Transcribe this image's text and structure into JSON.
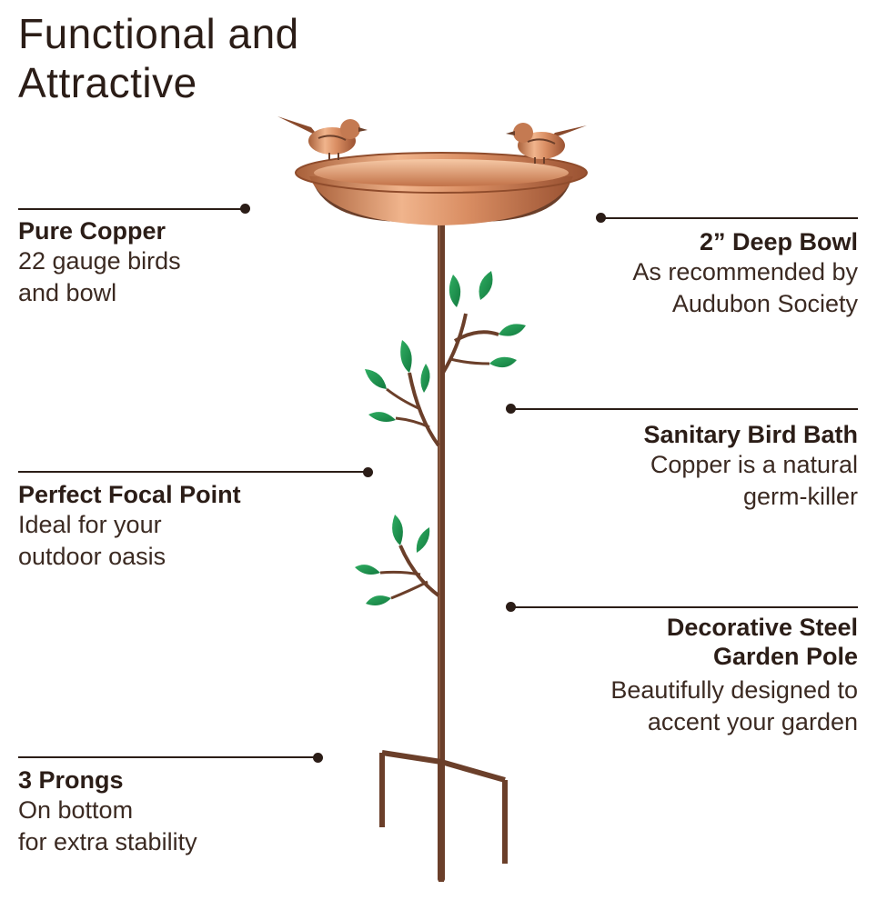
{
  "title": {
    "line1": "Functional and",
    "line2": "Attractive"
  },
  "callouts": {
    "pure_copper": {
      "heading": "Pure Copper",
      "lines": [
        "22 gauge birds",
        "and bowl"
      ]
    },
    "deep_bowl": {
      "heading": "2” Deep Bowl",
      "lines": [
        "As recommended by",
        "Audubon Society"
      ]
    },
    "sanitary": {
      "heading": "Sanitary Bird Bath",
      "lines": [
        "Copper is a natural",
        "germ-killer"
      ]
    },
    "focal_point": {
      "heading": "Perfect Focal Point",
      "lines": [
        "Ideal for your",
        "outdoor oasis"
      ]
    },
    "garden_pole": {
      "heading_lines": [
        "Decorative Steel",
        "Garden Pole"
      ],
      "lines": [
        "Beautifully designed to",
        "accent your garden"
      ]
    },
    "prongs": {
      "heading": "3 Prongs",
      "lines": [
        "On bottom",
        "for extra stability"
      ]
    }
  },
  "colors": {
    "text": "#2b1d17",
    "copper": "#c9825a",
    "pole": "#6b3f2a",
    "leaf": "#1f8a4c"
  }
}
